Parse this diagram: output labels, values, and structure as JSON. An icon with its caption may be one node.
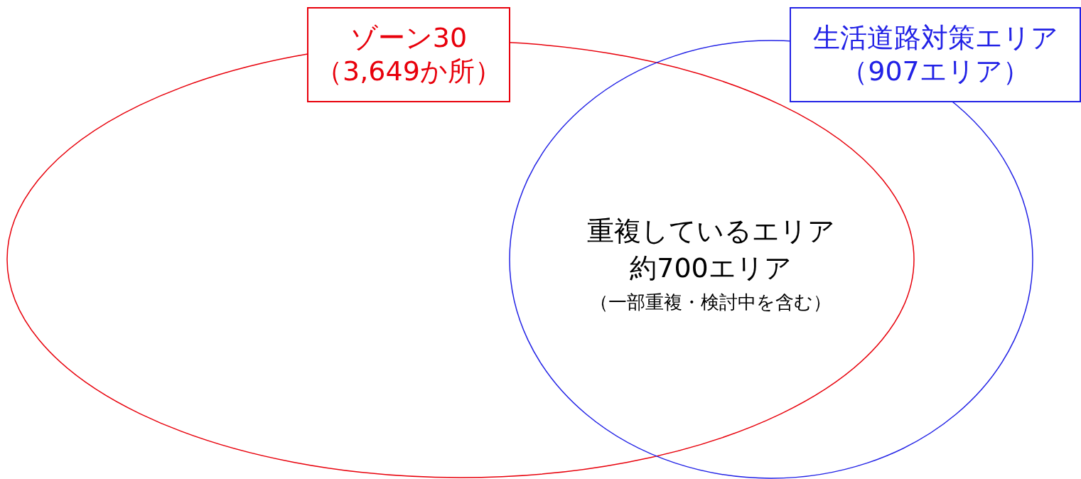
{
  "diagram": {
    "nodes": [
      {
        "text": [
          "ゾーン30",
          "（3,649か所）"
        ]
      },
      {
        "text": [
          "生活道路対策エリア",
          "（907エリア）"
        ]
      }
    ],
    "labels": [
      "重複しているエリア",
      "約700エリア",
      "（一部重複・検討中を含む）"
    ]
  }
}
